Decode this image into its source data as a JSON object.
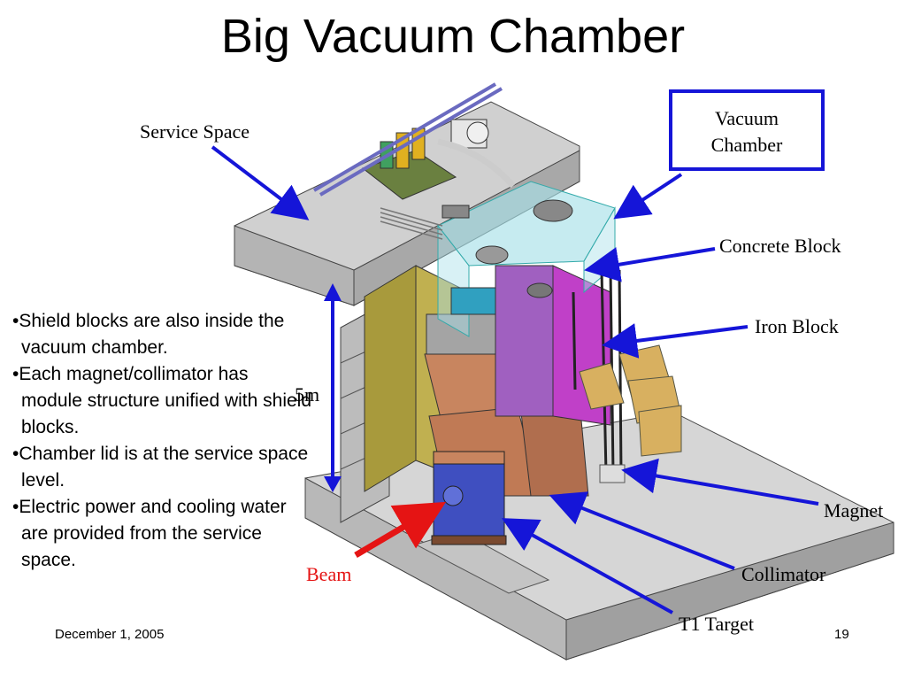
{
  "title": "Big Vacuum Chamber",
  "labels": {
    "service_space": "Service Space",
    "vacuum_chamber_line1": "Vacuum",
    "vacuum_chamber_line2": "Chamber",
    "concrete_block": "Concrete Block",
    "iron_block": "Iron Block",
    "five_m": "5m",
    "magnet": "Magnet",
    "collimator": "Collimator",
    "beam": "Beam",
    "t1_target": "T1 Target"
  },
  "bullets": [
    "•Shield blocks are also inside the vacuum chamber.",
    "•Each magnet/collimator has module structure unified with shield blocks.",
    "•Chamber lid is at the service space level.",
    "•Electric power and cooling water are provided from the service space."
  ],
  "footer": {
    "date": "December 1, 2005",
    "page": "19"
  },
  "colors": {
    "arrow_blue": "#1515d8",
    "beam_red": "#e51414",
    "concrete": "#c8c8c8",
    "iron": "#c040c8",
    "copper": "#c8855f",
    "olive": "#a89a3c",
    "target_blue": "#3f4fc0",
    "glass": "#a8e0e8"
  }
}
